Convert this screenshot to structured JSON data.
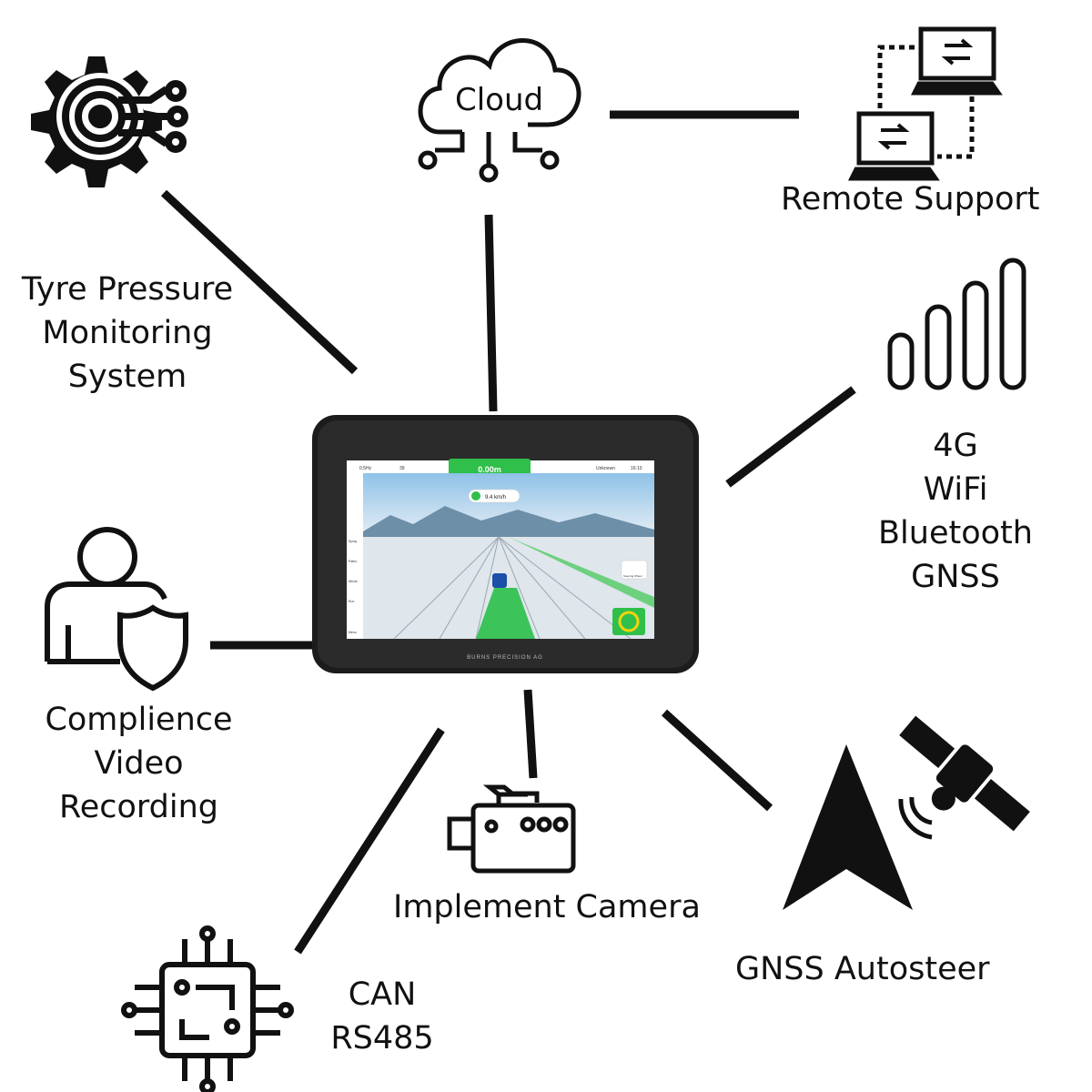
{
  "labels": {
    "cloud": "Cloud",
    "remote_support": "Remote Support",
    "tyre": [
      "Tyre Pressure",
      "Monitoring",
      "System"
    ],
    "connectivity": [
      "4G",
      "WiFi",
      "Bluetooth",
      "GNSS"
    ],
    "compliance": [
      "Complience",
      "Video",
      "Recording"
    ],
    "camera": "Implement Camera",
    "can": [
      "CAN",
      "RS485"
    ],
    "autosteer": "GNSS Autosteer"
  },
  "screen": {
    "distance": "0.00m",
    "speed": "9.4 km/h",
    "status_left": "0.5Hz",
    "count": "39",
    "field": "Unknown",
    "time": "16:10",
    "brand": "BURNS PRECISION AG",
    "menu": [
      "Spray",
      "Paths",
      "Whole",
      "Run",
      "Menu"
    ],
    "side_label": "Steering Wheel"
  },
  "colors": {
    "accent_green": "#2fbf4a",
    "ink": "#111111"
  }
}
